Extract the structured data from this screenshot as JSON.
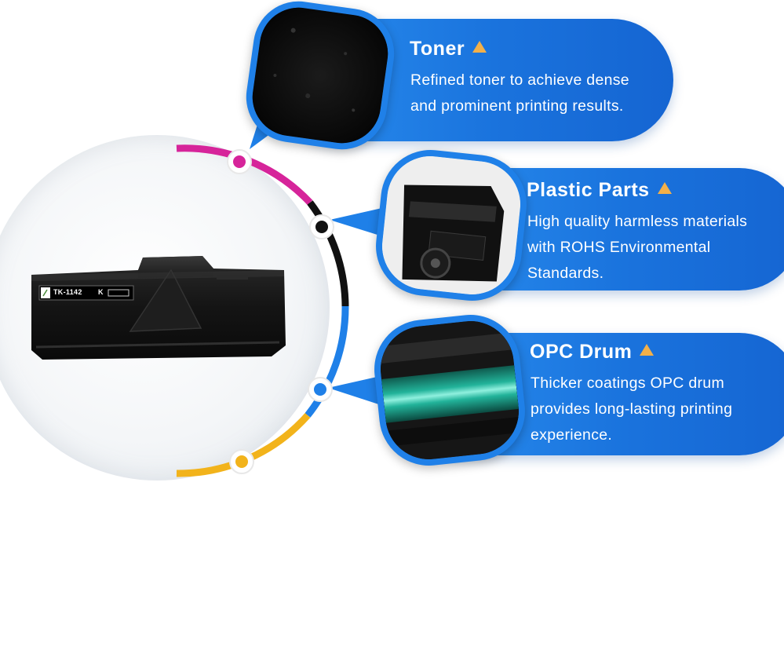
{
  "product": {
    "label_code": "TK-1142",
    "label_color": "K"
  },
  "features": [
    {
      "title": "Toner",
      "lines": [
        "Refined toner to achieve dense",
        "and prominent printing results."
      ],
      "icon": "toner-powder-icon"
    },
    {
      "title": "Plastic Parts",
      "lines": [
        "High quality harmless materials",
        "with ROHS Environmental",
        "Standards."
      ],
      "icon": "plastic-parts-icon"
    },
    {
      "title": "OPC Drum",
      "lines": [
        "Thicker coatings OPC drum",
        "provides long-lasting printing",
        "experience."
      ],
      "icon": "opc-drum-icon"
    }
  ],
  "colors": {
    "card_blue": "#1a73dd",
    "magenta": "#d6249a",
    "black": "#111111",
    "blue": "#1f80e8",
    "yellow": "#f2b31b",
    "accent_triangle": "#f2b04a"
  }
}
